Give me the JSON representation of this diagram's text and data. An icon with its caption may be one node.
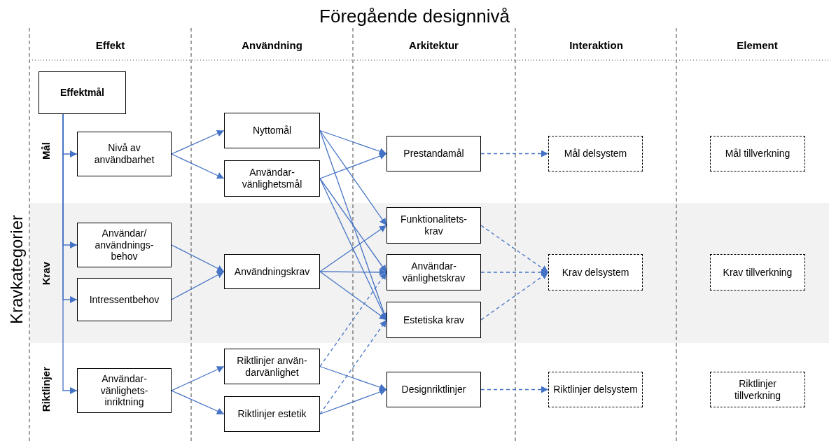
{
  "diagram": {
    "title": "Föregående designnivå",
    "nodes": [
      {
        "text": [
          "Effektmål"
        ]
      },
      {
        "text": [
          "Nivå av användbarhet"
        ]
      },
      {
        "text": [
          "Användar/ användnings- behov"
        ]
      },
      {
        "text": [
          "Intressentbehov"
        ]
      },
      {
        "text": [
          "Användar- vänlighets- inriktning"
        ]
      },
      {
        "text": [
          "Nyttomål"
        ]
      },
      {
        "text": [
          "Användar- vänlighetsmål"
        ]
      },
      {
        "text": [
          "Användningskrav"
        ]
      },
      {
        "text": [
          "Riktlinjer använ- darvänlighet"
        ]
      },
      {
        "text": [
          "Riktlinjer estetik"
        ]
      },
      {
        "text": [
          "Prestandamål"
        ]
      },
      {
        "text": [
          "Funktionalitets- krav"
        ]
      },
      {
        "text": [
          "Användar- vänlighetskrav"
        ]
      },
      {
        "text": [
          "Estetiska krav"
        ]
      },
      {
        "text": [
          "Designriktlinjer"
        ]
      },
      {
        "text": [
          "Mål delsystem"
        ]
      },
      {
        "text": [
          "Krav delsystem"
        ]
      },
      {
        "text": [
          "Riktlinjer delsystem"
        ]
      },
      {
        "text": [
          "Mål tillverkning"
        ]
      },
      {
        "text": [
          "Krav tillverkning"
        ]
      },
      {
        "text": [
          "Riktlinjer tillverkning"
        ]
      }
    ],
    "edges": [
      {
        "from": 0,
        "to": 1,
        "arrow": "to"
      },
      {
        "from": 0,
        "to": 2,
        "arrow": "to"
      },
      {
        "from": 0,
        "to": 3,
        "arrow": "to"
      },
      {
        "from": 0,
        "to": 4,
        "arrow": "to"
      },
      {
        "from": 1,
        "to": 5,
        "arrow": "to"
      },
      {
        "from": 1,
        "to": 6,
        "arrow": "to"
      },
      {
        "from": 2,
        "to": 7,
        "arrow": "to"
      },
      {
        "from": 3,
        "to": 7,
        "arrow": "to"
      },
      {
        "from": 4,
        "to": 8,
        "arrow": "to"
      },
      {
        "from": 4,
        "to": 9,
        "arrow": "to"
      },
      {
        "from": 5,
        "to": 10,
        "arrow": "to"
      },
      {
        "from": 5,
        "to": 11,
        "arrow": "to"
      },
      {
        "from": 5,
        "to": 13,
        "arrow": "to"
      },
      {
        "from": 6,
        "to": 10,
        "arrow": "to"
      },
      {
        "from": 6,
        "to": 12,
        "arrow": "to"
      },
      {
        "from": 6,
        "to": 13,
        "arrow": "to"
      },
      {
        "from": 7,
        "to": 11,
        "arrow": "to"
      },
      {
        "from": 7,
        "to": 12,
        "arrow": "to"
      },
      {
        "from": 7,
        "to": 13,
        "arrow": "to"
      },
      {
        "from": 8,
        "to": 14,
        "arrow": "to"
      },
      {
        "from": 8,
        "to": 12,
        "arrow": "to",
        "style": "dashed"
      },
      {
        "from": 9,
        "to": 14,
        "arrow": "to"
      },
      {
        "from": 9,
        "to": 13,
        "arrow": "to",
        "style": "dashed"
      },
      {
        "from": 10,
        "to": 15,
        "arrow": "to",
        "style": "dashed"
      },
      {
        "from": 11,
        "to": 16,
        "arrow": "to",
        "style": "dashed"
      },
      {
        "from": 12,
        "to": 16,
        "arrow": "to",
        "style": "dashed"
      },
      {
        "from": 13,
        "to": 16,
        "arrow": "to",
        "style": "dashed"
      },
      {
        "from": 14,
        "to": 17,
        "arrow": "to",
        "style": "dashed"
      }
    ],
    "labels": [
      "Effekt",
      "Användning",
      "Arkitektur",
      "Interaktion",
      "Element",
      "Kravkategorier",
      "Mål",
      "Krav",
      "Riktlinjer"
    ]
  }
}
